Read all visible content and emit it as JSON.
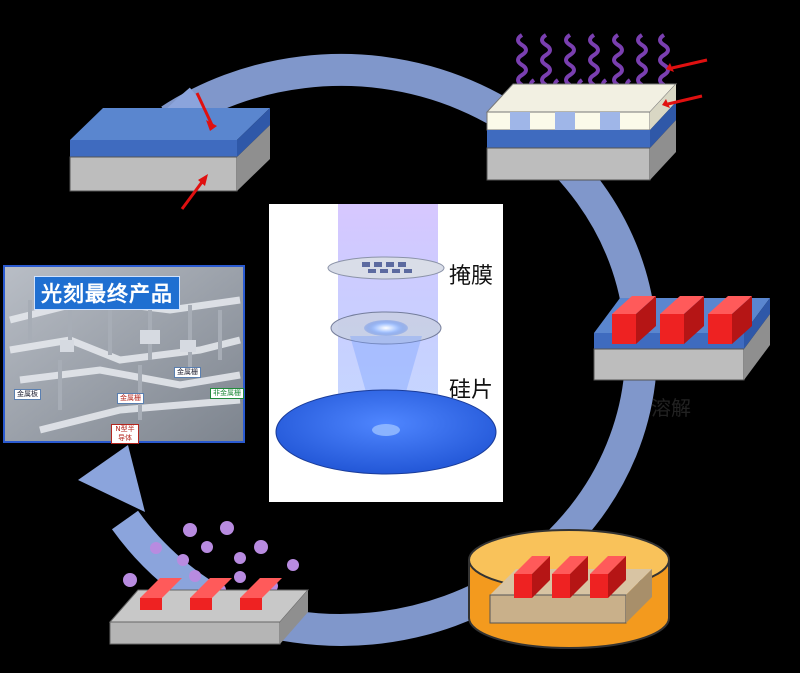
{
  "labels": {
    "mask": "掩膜",
    "wafer": "硅片",
    "dissolve": "溶解",
    "product_title": "光刻最终产品"
  },
  "product_tags": [
    "金属板",
    "金属栅",
    "金属栅",
    "非金属栅",
    "N型半导体"
  ],
  "colors": {
    "cycle_arrow": "#8ba4dc",
    "resist_blue": "#4a76c2",
    "substrate_gray": "#b5b5b5",
    "pattern_red": "#ee2222",
    "uv_purple": "#7a3fb0",
    "developer_orange": "#f7a428",
    "wafer_blue": "#2a5fe0"
  }
}
